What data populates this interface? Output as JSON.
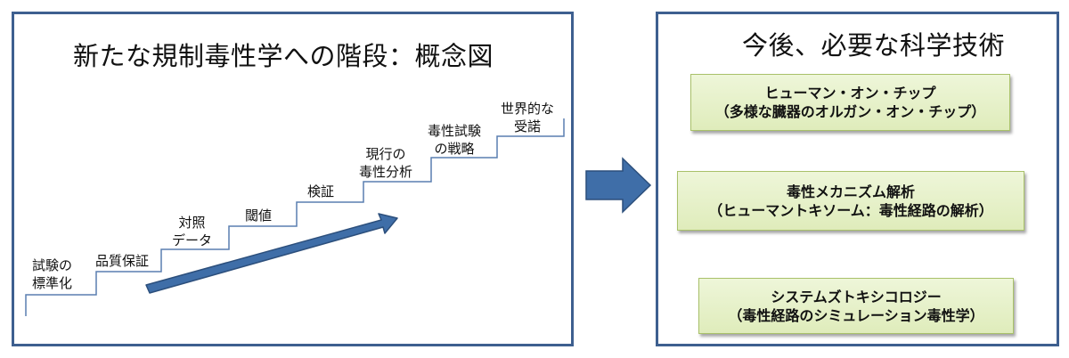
{
  "left_panel": {
    "title": "新たな規制毒性学への階段：概念図",
    "steps": [
      {
        "line1": "試験の",
        "line2": "標準化"
      },
      {
        "line1": "品質保証",
        "line2": ""
      },
      {
        "line1": "対照",
        "line2": "データ"
      },
      {
        "line1": "閾値",
        "line2": ""
      },
      {
        "line1": "検証",
        "line2": ""
      },
      {
        "line1": "現行の",
        "line2": "毒性分析"
      },
      {
        "line1": "毒性試験",
        "line2": "の戦略"
      },
      {
        "line1": "世界的な",
        "line2": "受諾"
      }
    ]
  },
  "right_panel": {
    "title": "今後、必要な科学技術",
    "items": [
      {
        "line1": "ヒューマン・オン・チップ",
        "line2": "（多様な臓器のオルガン・オン・チップ）"
      },
      {
        "line1": "毒性メカニズム解析",
        "line2": "（ヒューマントキソーム：毒性経路の解析）"
      },
      {
        "line1": "システムズトキシコロジー",
        "line2": "（毒性経路のシミュレーション毒性学）"
      }
    ]
  },
  "colors": {
    "panel_border": "#3e5f8f",
    "stair_line": "#5a7fb0",
    "arrow_fill": "#3f6ea8",
    "arrow_stroke": "#2c4f7c",
    "box_fill_top": "#eef6d9",
    "box_fill_bottom": "#dfecbb",
    "box_border": "#a9c16a"
  },
  "icons": {
    "progress_arrow": "diagonal-up-arrow",
    "transition_arrow": "right-block-arrow"
  }
}
